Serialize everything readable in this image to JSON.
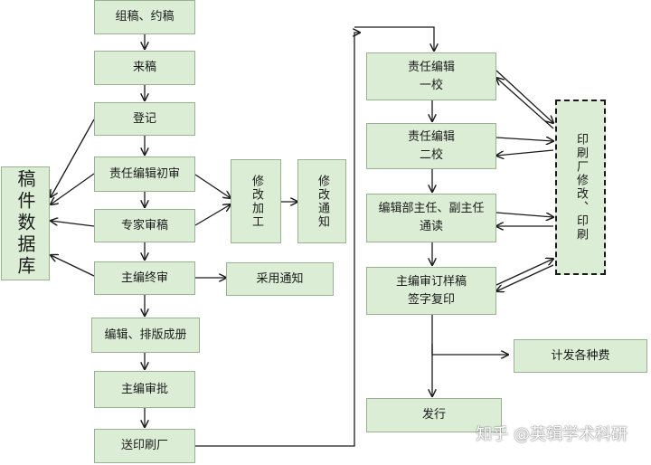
{
  "boxes": {
    "zugao": "组稿、约稿",
    "laigao": "来稿",
    "dengji": "登记",
    "chushen": "责任编辑初审",
    "zhuanjia": "专家审稿",
    "zhongshen": "主编终审",
    "paiban": "编辑、排版成册",
    "shenpi": "主编审批",
    "songyin": "送印刷厂",
    "xiugai_jiagong": "修改加工",
    "xiugai_tongzhi": "修改通知",
    "caiyong": "采用通知",
    "database": "稿件数据库",
    "yijiao": "责任编辑\n一校",
    "erjiao": "责任编辑\n二校",
    "tongdu": "编辑部主任、副主任\n通读",
    "yangao": "主编审订样稿\n签字复印",
    "fahang": "发行",
    "feiyong": "计发各种费",
    "yinshuachang": "印刷厂修改、印刷"
  },
  "watermark": "知乎 @英辑学术科研"
}
